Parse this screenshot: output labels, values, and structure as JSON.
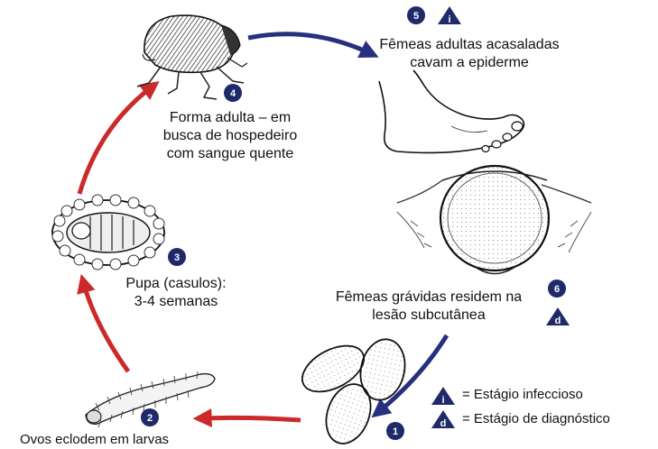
{
  "stages": [
    {
      "number": "1",
      "label": ""
    },
    {
      "number": "2",
      "label": "Ovos eclodem em larvas"
    },
    {
      "number": "3",
      "label_line1": "Pupa (casulos):",
      "label_line2": "3-4 semanas"
    },
    {
      "number": "4",
      "label_line1": "Forma adulta – em",
      "label_line2": "busca de hospedeiro",
      "label_line3": "com sangue quente"
    },
    {
      "number": "5",
      "label_line1": "Fêmeas adultas acasaladas",
      "label_line2": "cavam a epiderme"
    },
    {
      "number": "6",
      "label_line1": "Fêmeas grávidas residem na",
      "label_line2": "lesão subcutânea"
    }
  ],
  "markers": {
    "infective": "i",
    "diagnostic": "d"
  },
  "legend": {
    "infective": "= Estágio infeccioso",
    "diagnostic": "= Estágio de diagnóstico"
  },
  "colors": {
    "red_arrow": "#cc2a2a",
    "blue_arrow": "#27307f",
    "badge": "#1f2a6b"
  },
  "icons": [
    "flea-icon",
    "foot-icon",
    "lesion-icon",
    "pupa-icon",
    "larva-icon",
    "eggs-icon"
  ]
}
